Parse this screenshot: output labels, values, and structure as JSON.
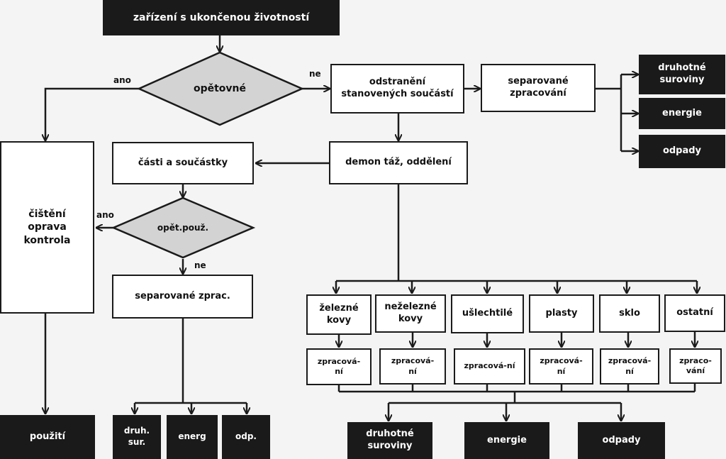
{
  "nodes": {
    "start": "zařízení s ukončenou životností",
    "q_reuse": "opětovné",
    "remove_parts": "odstranění\nstanovených součástí",
    "separated_top": "separované\nzpracování",
    "out_top_raw": "druhotné\nsuroviny",
    "out_top_energy": "energie",
    "out_top_waste": "odpady",
    "dismantle": "demon táž, oddělení",
    "parts": "části a součástky",
    "q_reuse2": "opět.použ.",
    "clean": "čištění\noprava\nkontrola",
    "separated_small": "separované zprac.",
    "use": "použití",
    "out_small_raw": "druh.\nsur.",
    "out_small_energy": "energ",
    "out_small_waste": "odp."
  },
  "labels": {
    "yes1": "ano",
    "no1": "ne",
    "yes2": "ano",
    "no2": "ne"
  },
  "categories": [
    {
      "name": "železné\nkovy",
      "process": "zpracová-\nní"
    },
    {
      "name": "neželezné\nkovy",
      "process": "zpracová-\nní"
    },
    {
      "name": "ušlechtilé",
      "process": "zpracová-ní"
    },
    {
      "name": "plasty",
      "process": "zpracová-\nní"
    },
    {
      "name": "sklo",
      "process": "zpracová-\nní"
    },
    {
      "name": "ostatní",
      "process": "zpraco-\nvání"
    }
  ],
  "outputs_bottom": {
    "raw": "druhotné\nsuroviny",
    "energy": "energie",
    "waste": "odpady"
  }
}
